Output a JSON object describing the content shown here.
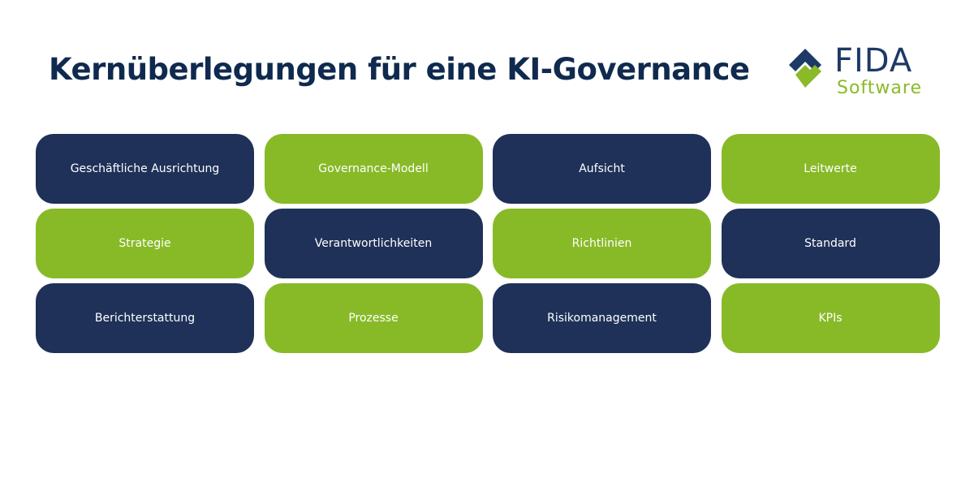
{
  "title": "Kernüberlegungen für eine KI-Governance",
  "logo": {
    "name": "FIDA",
    "subtitle": "Software"
  },
  "colors": {
    "navy": "#1f3158",
    "green": "#88ba28",
    "title": "#0f2a4e"
  },
  "tiles": [
    {
      "label": "Geschäftliche Ausrichtung",
      "color": "navy"
    },
    {
      "label": "Governance-Modell",
      "color": "green"
    },
    {
      "label": "Aufsicht",
      "color": "navy"
    },
    {
      "label": "Leitwerte",
      "color": "green"
    },
    {
      "label": "Strategie",
      "color": "green"
    },
    {
      "label": "Verantwortlichkeiten",
      "color": "navy"
    },
    {
      "label": "Richtlinien",
      "color": "green"
    },
    {
      "label": "Standard",
      "color": "navy"
    },
    {
      "label": "Berichterstattung",
      "color": "navy"
    },
    {
      "label": "Prozesse",
      "color": "green"
    },
    {
      "label": "Risikomanagement",
      "color": "navy"
    },
    {
      "label": "KPIs",
      "color": "green"
    }
  ]
}
